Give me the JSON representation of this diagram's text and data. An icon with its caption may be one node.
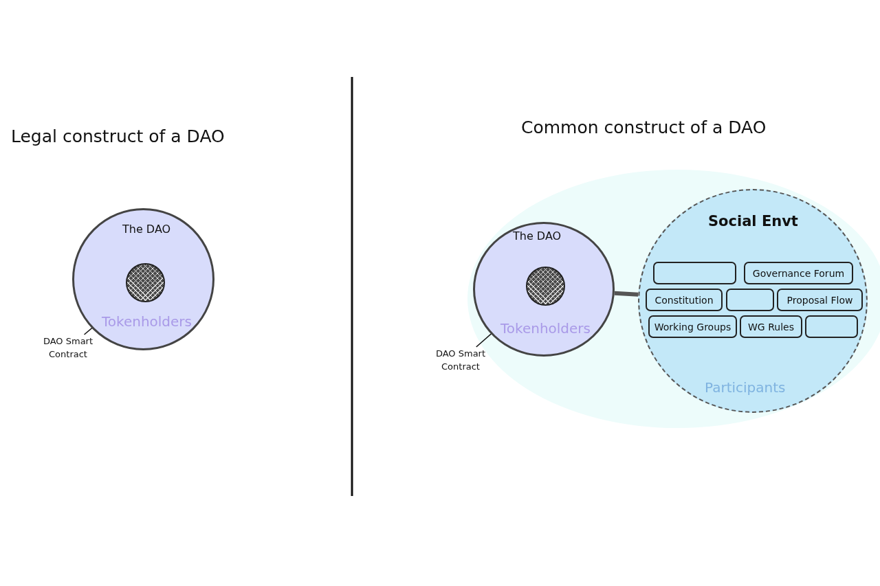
{
  "diagram": {
    "nodes": [
      {
        "text": [
          "The DAO",
          "Tokenholders"
        ]
      },
      {
        "text": [],
        "shape": "circle",
        "in": 0
      },
      {
        "text": [
          "DAO Smart Contract"
        ]
      },
      {
        "text": [
          "The DAO",
          "Tokenholders"
        ]
      },
      {
        "text": [],
        "shape": "circle",
        "in": 3
      },
      {
        "text": [
          "DAO Smart Contract"
        ]
      },
      {
        "text": [
          "Social Envt",
          "Participants"
        ]
      },
      {
        "text": [],
        "shape": "box",
        "in": 6
      },
      {
        "text": [
          "Governance Forum"
        ],
        "in": 6
      },
      {
        "text": [
          "Constitution"
        ],
        "in": 6
      },
      {
        "text": [],
        "shape": "box",
        "in": 6
      },
      {
        "text": [
          "Proposal Flow"
        ],
        "in": 6
      },
      {
        "text": [
          "Working Groups"
        ],
        "in": 6
      },
      {
        "text": [
          "WG Rules"
        ],
        "in": 6
      },
      {
        "text": [],
        "shape": "box",
        "in": 6
      }
    ],
    "edges": [
      {
        "from": 2,
        "to": 1,
        "arrow": "none"
      },
      {
        "from": 5,
        "to": 4,
        "arrow": "none"
      },
      {
        "from": 3,
        "to": 6,
        "arrow": "none",
        "style": "thick",
        "color": "#555555"
      }
    ],
    "labels": [
      "Legal construct of a DAO",
      "Common construct of a DAO"
    ]
  }
}
